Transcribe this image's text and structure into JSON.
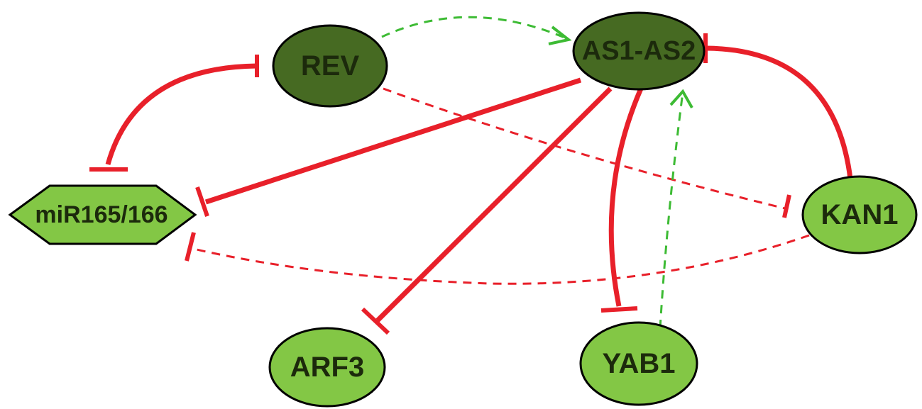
{
  "colors": {
    "dark_node_fill": "#466a22",
    "light_node_fill": "#83c745",
    "node_stroke": "#000000",
    "repression": "#e8202a",
    "activation": "#3dbb34",
    "label": "#1c2a0c"
  },
  "nodes": {
    "rev": {
      "label": "REV",
      "style": "dark"
    },
    "as1_as2": {
      "label": "AS1-AS2",
      "style": "dark"
    },
    "mir165_166": {
      "label": "miR165/166",
      "style": "light",
      "shape": "hexagon"
    },
    "kan1": {
      "label": "KAN1",
      "style": "light"
    },
    "arf3": {
      "label": "ARF3",
      "style": "light"
    },
    "yab1": {
      "label": "YAB1",
      "style": "light"
    }
  },
  "edges": [
    {
      "from": "REV",
      "to": "AS1-AS2",
      "type": "activation",
      "line": "dashed"
    },
    {
      "from": "REV",
      "to": "miR165/166",
      "type": "repression",
      "line": "solid"
    },
    {
      "from": "REV",
      "to": "KAN1",
      "type": "repression",
      "line": "dashed"
    },
    {
      "from": "AS1-AS2",
      "to": "miR165/166",
      "type": "repression",
      "line": "solid"
    },
    {
      "from": "AS1-AS2",
      "to": "ARF3",
      "type": "repression",
      "line": "solid"
    },
    {
      "from": "AS1-AS2",
      "to": "YAB1",
      "type": "repression",
      "line": "solid"
    },
    {
      "from": "KAN1",
      "to": "AS1-AS2",
      "type": "repression",
      "line": "solid"
    },
    {
      "from": "KAN1",
      "to": "miR165/166",
      "type": "repression",
      "line": "dashed"
    },
    {
      "from": "YAB1",
      "to": "AS1-AS2",
      "type": "activation",
      "line": "dashed"
    }
  ]
}
